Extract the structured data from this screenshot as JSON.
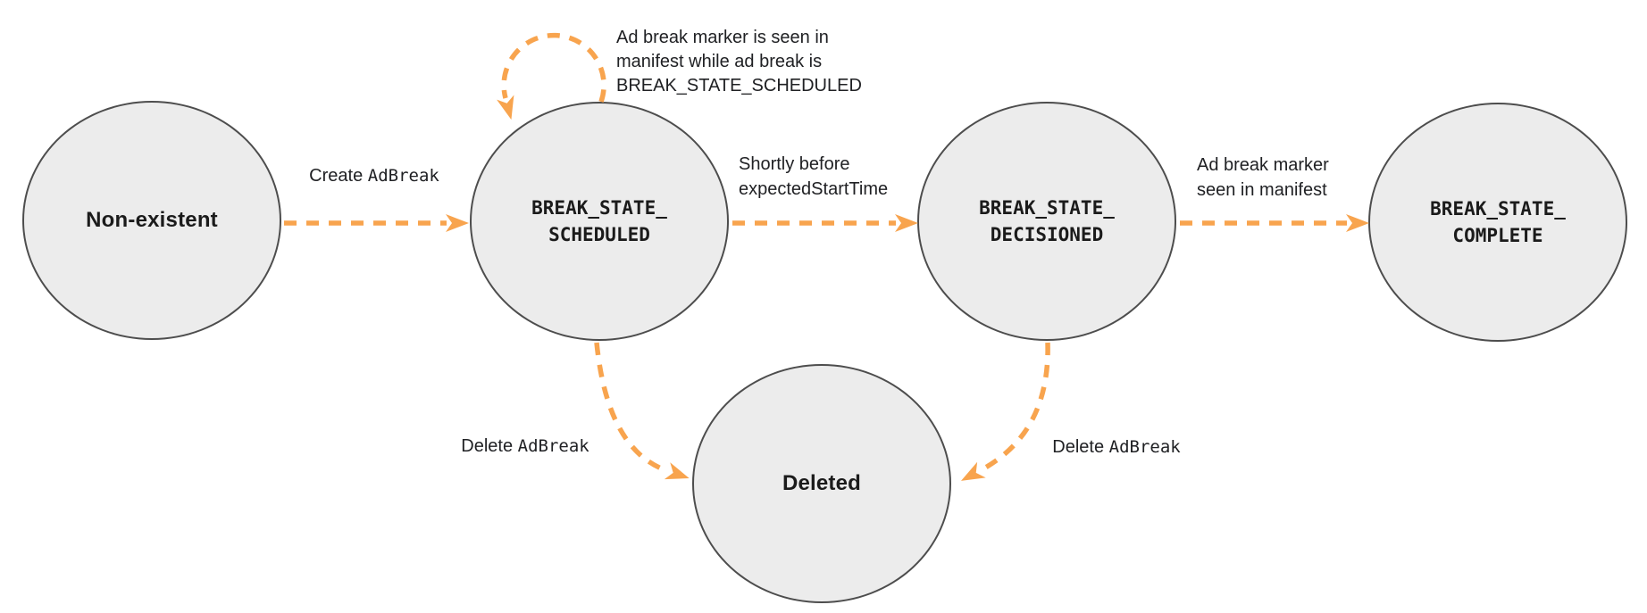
{
  "colors": {
    "background": "#ffffff",
    "arrow": "#F8A44E",
    "node-fill": "#ECECEC",
    "node-stroke": "#4D4D4D",
    "text": "#202124"
  },
  "nodes": {
    "non_existent": {
      "label": "Non-existent"
    },
    "scheduled": {
      "line1": "BREAK_STATE_",
      "line2": "SCHEDULED"
    },
    "decisioned": {
      "line1": "BREAK_STATE_",
      "line2": "DECISIONED"
    },
    "complete": {
      "line1": "BREAK_STATE_",
      "line2": "COMPLETE"
    },
    "deleted": {
      "label": "Deleted"
    }
  },
  "edge_labels": {
    "create": {
      "text": "Create",
      "code": "AdBreak"
    },
    "self_loop": {
      "line1": "Ad break marker is seen in",
      "line2": "manifest while ad break is",
      "code": "BREAK_STATE_SCHEDULED"
    },
    "shortly_before": {
      "text": "Shortly before",
      "code": "expectedStartTime"
    },
    "marker_seen": {
      "line1": "Ad break marker",
      "line2": "seen in manifest"
    },
    "delete_left": {
      "text": "Delete",
      "code": "AdBreak"
    },
    "delete_right": {
      "text": "Delete",
      "code": "AdBreak"
    }
  }
}
